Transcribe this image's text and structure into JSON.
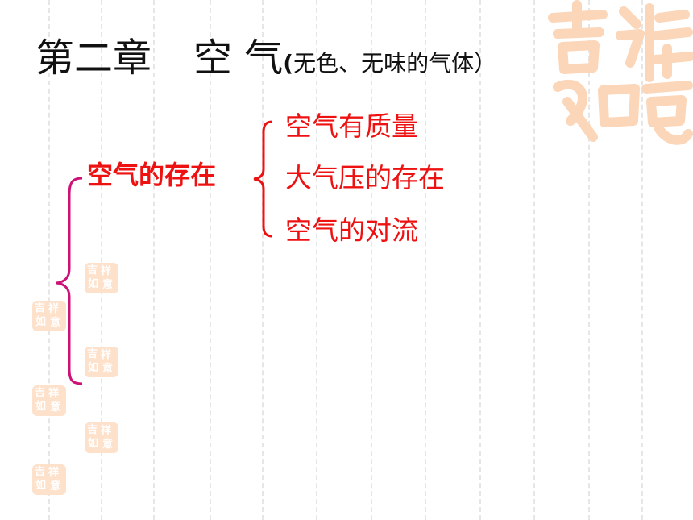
{
  "slide": {
    "title_chapter": "第二章",
    "title_topic": "空 气",
    "title_paren_open": "(",
    "title_note": "无色、无味的气体）",
    "section_heading": "空气的存在",
    "items": [
      {
        "label": "空气有质量"
      },
      {
        "label": "大气压的存在"
      },
      {
        "label": "空气的对流"
      }
    ]
  },
  "colors": {
    "accent_red": "#ee1111",
    "brace_magenta": "#cc1177",
    "seal_tint": "#fde1cb"
  },
  "decorations": {
    "seal_text": "吉祥如意",
    "seal_icon": "auspicious-seal-icon"
  }
}
